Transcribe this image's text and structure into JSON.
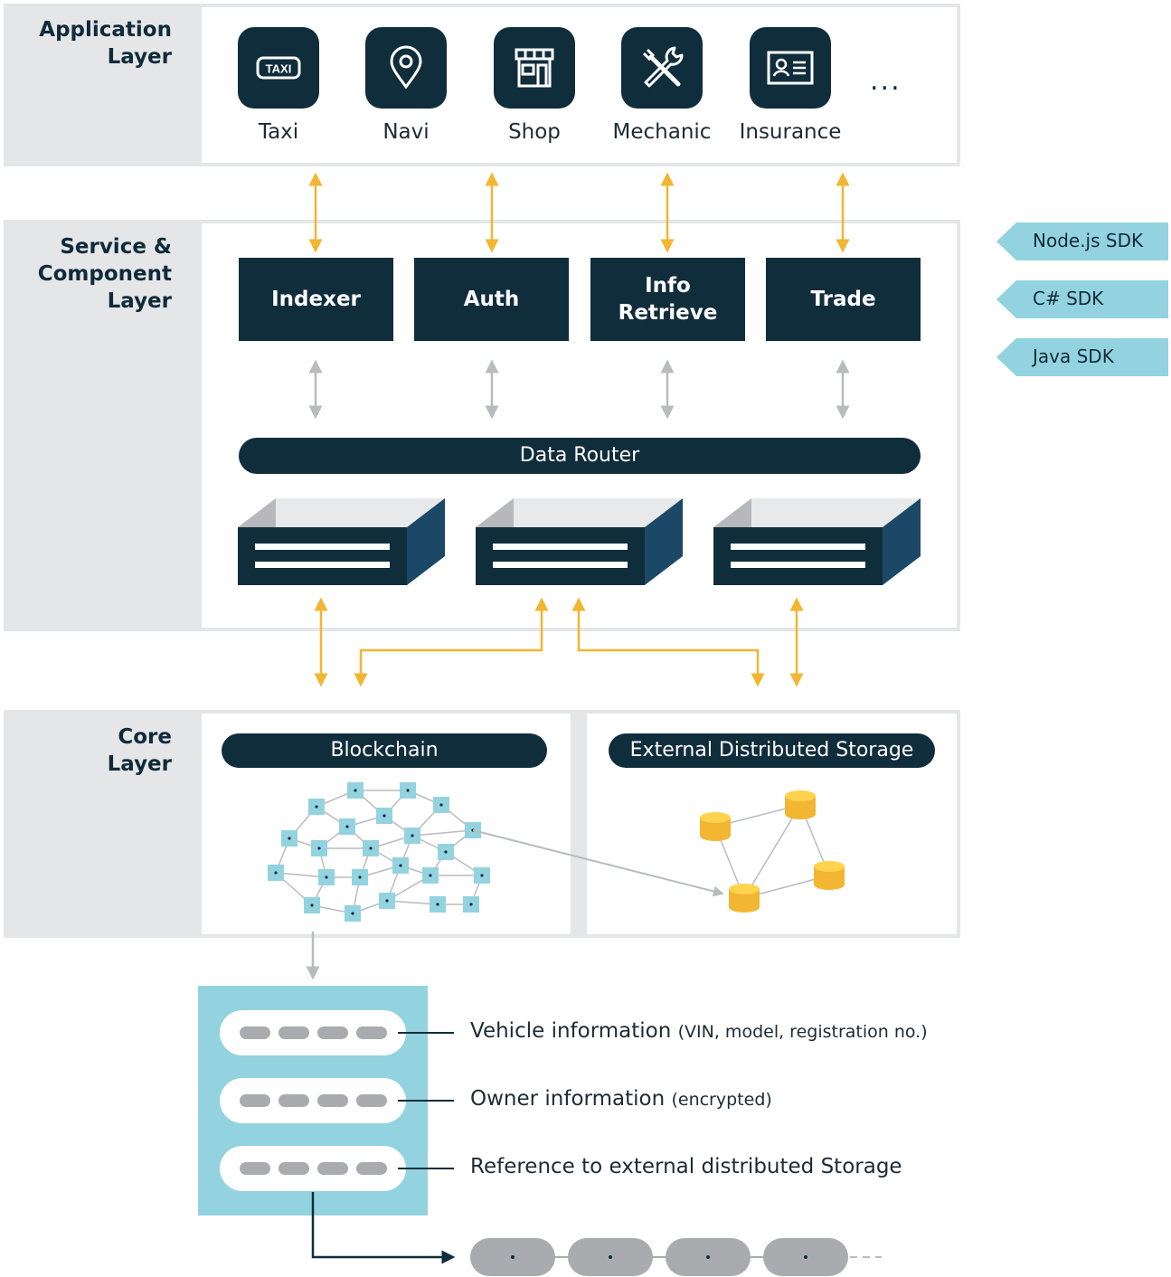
{
  "layers": {
    "application": "Application\nLayer",
    "service": "Service &\nComponent\nLayer",
    "core": "Core\nLayer"
  },
  "apps": [
    {
      "label": "Taxi",
      "icon": "taxi-icon",
      "badge": "TAXI"
    },
    {
      "label": "Navi",
      "icon": "map-pin-icon"
    },
    {
      "label": "Shop",
      "icon": "storefront-icon"
    },
    {
      "label": "Mechanic",
      "icon": "tools-icon"
    },
    {
      "label": "Insurance",
      "icon": "id-card-icon"
    }
  ],
  "apps_more": "...",
  "services": [
    "Indexer",
    "Auth",
    "Info\nRetrieve",
    "Trade"
  ],
  "data_router": "Data Router",
  "sdks": [
    "Node.js SDK",
    "C# SDK",
    "Java SDK"
  ],
  "blockchain": "Blockchain",
  "external_storage": "External Distributed Storage",
  "block_fields": [
    {
      "main": "Vehicle information",
      "note": "(VIN, model, registration no.)"
    },
    {
      "main": "Owner information",
      "note": "(encrypted)"
    },
    {
      "main": "Reference to external distributed Storage",
      "note": ""
    }
  ],
  "colors": {
    "navy": "#102d3c",
    "panel_gray": "#e5e6e8",
    "arrow_orange": "#f2b632",
    "arrow_gray": "#b9bbbe",
    "teal": "#93d3df",
    "db_yellow": "#f5c330"
  }
}
